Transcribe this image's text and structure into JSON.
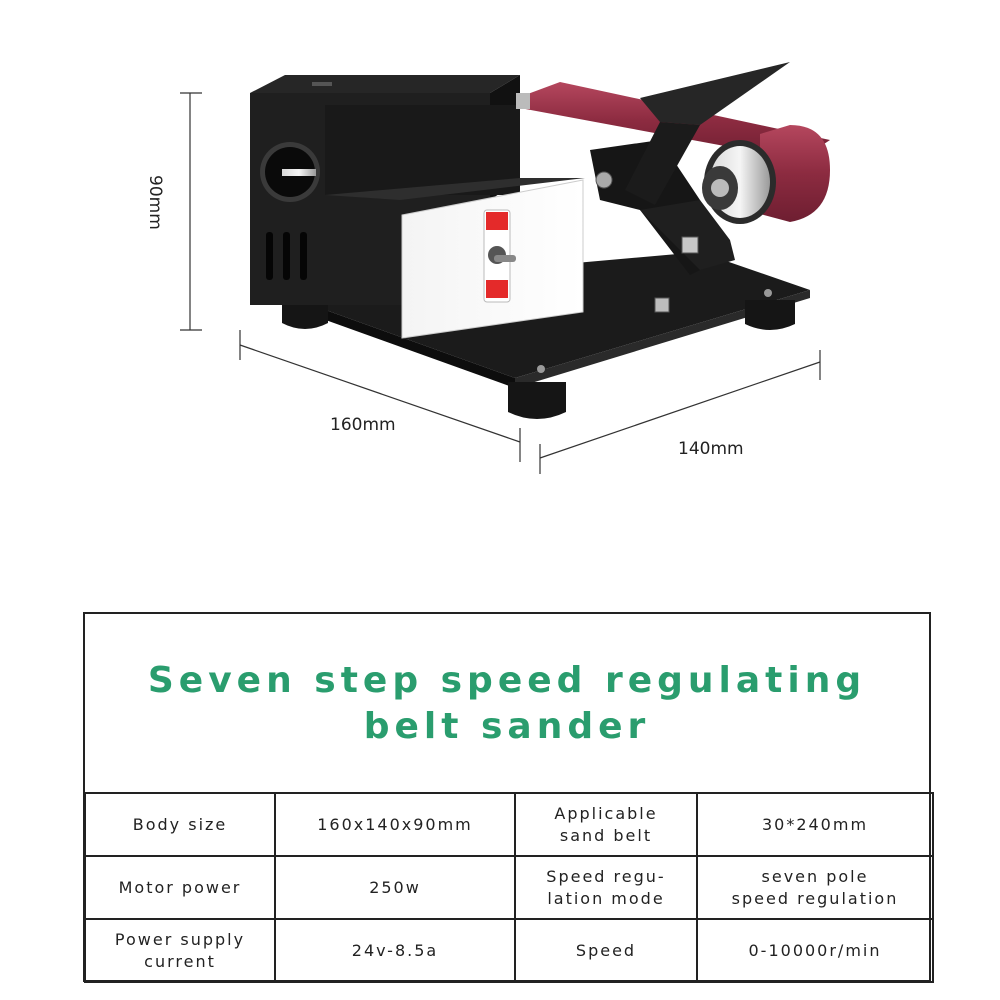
{
  "dimensions": {
    "height": "90mm",
    "length": "160mm",
    "width": "140mm"
  },
  "product": {
    "switch_icon": "toggle-switch-icon"
  },
  "spec": {
    "title_line1": "Seven step speed regulating",
    "title_line2": "belt sander",
    "title_color": "#2a9d6e",
    "rows": [
      {
        "label": "Body size",
        "value": "160x140x90mm",
        "label2_line1": "Applicable",
        "label2_line2": "sand belt",
        "value2": "30*240mm"
      },
      {
        "label": "Motor power",
        "value": "250w",
        "label2_line1": "Speed regu-",
        "label2_line2": "lation mode",
        "value2_line1": "seven pole",
        "value2_line2": "speed regulation"
      },
      {
        "label_line1": "Power supply",
        "label_line2": "current",
        "value": "24v-8.5a",
        "label2": "Speed",
        "value2": "0-10000r/min"
      }
    ]
  }
}
